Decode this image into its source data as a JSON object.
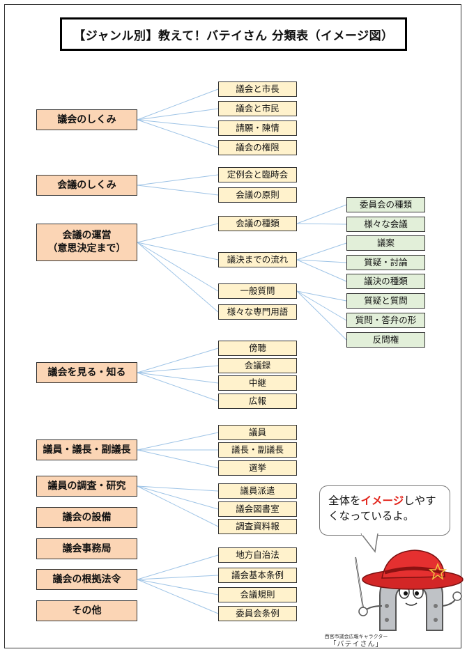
{
  "title": "【ジャンル別】教えて！バテイさん 分類表（イメージ図）",
  "categories": [
    {
      "label": "議会のしくみ",
      "children": [
        {
          "label": "議会と市長"
        },
        {
          "label": "議会と市民"
        },
        {
          "label": "請願・陳情"
        },
        {
          "label": "議会の権限"
        }
      ]
    },
    {
      "label": "会議のしくみ",
      "children": [
        {
          "label": "定例会と臨時会"
        },
        {
          "label": "会議の原則"
        }
      ]
    },
    {
      "label": "会議の運営",
      "label2": "（意思決定まで）",
      "children": [
        {
          "label": "会議の種類",
          "children": [
            {
              "label": "委員会の種類"
            },
            {
              "label": "様々な会議"
            }
          ]
        },
        {
          "label": "議決までの流れ",
          "children": [
            {
              "label": "議案"
            },
            {
              "label": "質疑・討論"
            },
            {
              "label": "議決の種類"
            }
          ]
        },
        {
          "label": "一般質問",
          "children": [
            {
              "label": "質疑と質問"
            },
            {
              "label": "質問・答弁の形"
            },
            {
              "label": "反問権"
            }
          ]
        },
        {
          "label": "様々な専門用語"
        }
      ]
    },
    {
      "label": "議会を見る・知る",
      "children": [
        {
          "label": "傍聴"
        },
        {
          "label": "会議録"
        },
        {
          "label": "中継"
        },
        {
          "label": "広報"
        }
      ]
    },
    {
      "label": "議員・議長・副議長",
      "children": [
        {
          "label": "議員"
        },
        {
          "label": "議長・副議長"
        },
        {
          "label": "選挙"
        }
      ]
    },
    {
      "label": "議員の調査・研究",
      "children": [
        {
          "label": "議員派遣"
        },
        {
          "label": "議会図書室"
        },
        {
          "label": "調査資料報"
        }
      ]
    },
    {
      "label": "議会の設備"
    },
    {
      "label": "議会事務局"
    },
    {
      "label": "議会の根拠法令",
      "children": [
        {
          "label": "地方自治法"
        },
        {
          "label": "議会基本条例"
        },
        {
          "label": "会議規則"
        },
        {
          "label": "委員会条例"
        }
      ]
    },
    {
      "label": "その他"
    }
  ],
  "bubble": {
    "pre": "全体を",
    "accent": "イメージ",
    "post": "しやすくなっているよ。"
  },
  "credit": {
    "line1": "西宮市議会広報キャラクター",
    "line2": "「バテイさん」"
  },
  "colors": {
    "category": "#fbd5b5",
    "sub": "#fff2cc",
    "leaf": "#e2efd9",
    "link": "#9dc3e6",
    "accent": "#e2231a"
  }
}
